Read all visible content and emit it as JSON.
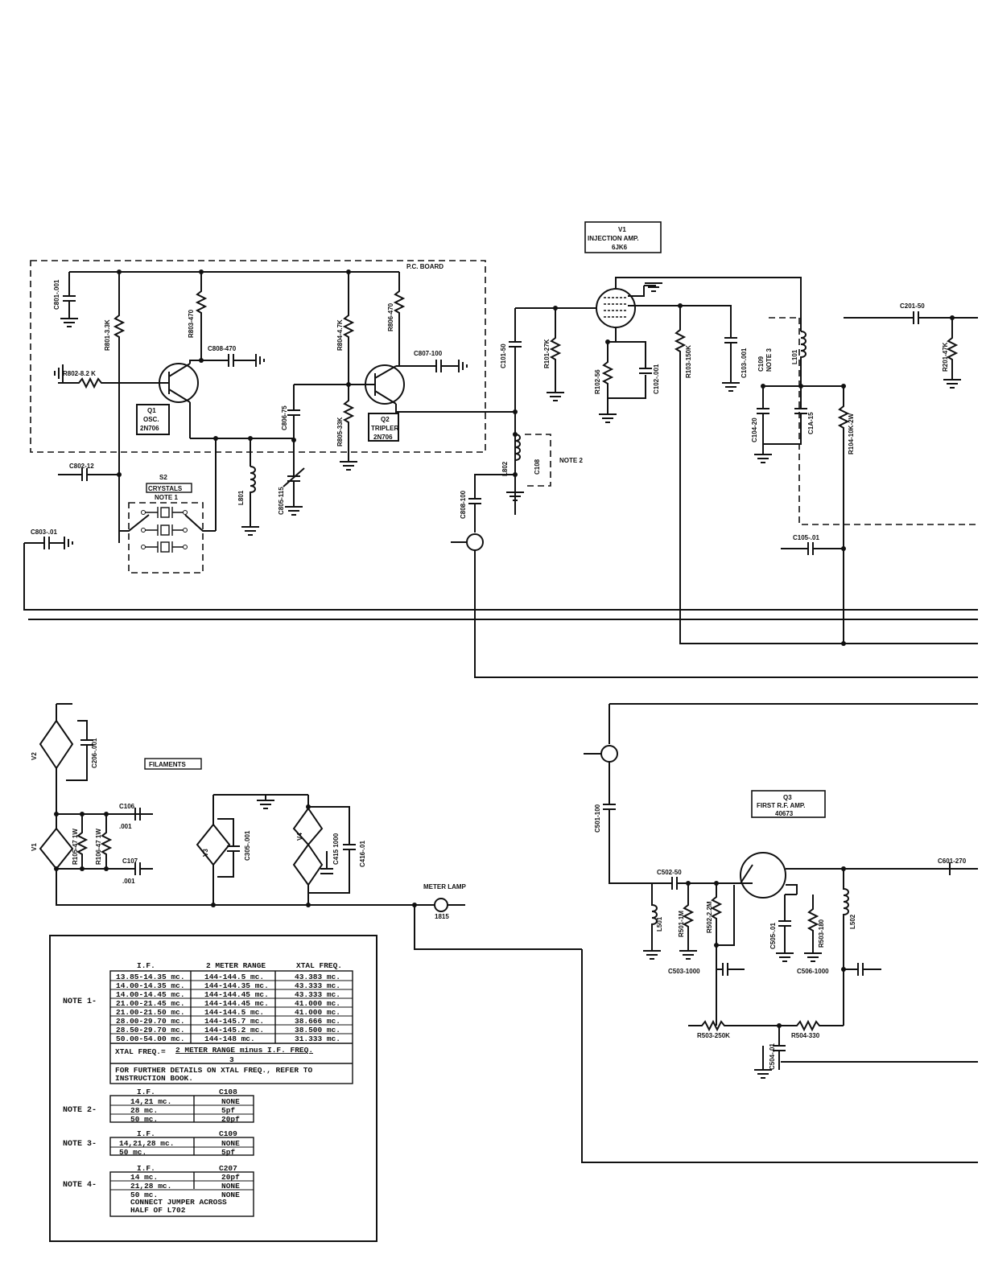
{
  "boxes": {
    "v1": {
      "line1": "V1",
      "line2": "INJECTION AMP.",
      "line3": "6JK6"
    },
    "q3": {
      "line1": "Q3",
      "line2": "FIRST R.F. AMP.",
      "line3": "40673"
    },
    "pc_board": "P.C. BOARD",
    "filaments": "FILAMENTS",
    "crystals": "S2",
    "crystals_label": "CRYSTALS",
    "note1": "NOTE 1",
    "q1": {
      "line1": "Q1",
      "line2": "OSC.",
      "line3": "2N706"
    },
    "q2": {
      "line1": "Q2",
      "line2": "TRIPLER",
      "line3": "2N706"
    },
    "meter_lamp": "METER LAMP",
    "lamp_num": "1815"
  },
  "labels": {
    "c801": "C801-.001",
    "r801": "R801-3.3K",
    "r802": "R802-8.2 K",
    "r803": "R803-470",
    "c808": "C808-470",
    "r804": "R804-4.7K",
    "r806": "R806-470",
    "c807": "C807-100",
    "c806": "C806-75",
    "r805": "R805-33K",
    "c802": "C802-12",
    "c803": "C803-.01",
    "l801": "L801",
    "c805": "C805-115",
    "c101": "C101-50",
    "r101": "R101-27K",
    "r102": "R102-56",
    "c102": "C102-.001",
    "r103": "R103-150K",
    "c103": "C103-.001",
    "c109": "C109",
    "note3": "NOTE 3",
    "l101": "L101",
    "c104": "C104-20",
    "c1a": "C1A-15",
    "r104": "R104-10K-2W",
    "c201": "C201-50",
    "r201": "R201-47K",
    "c105": "C105-.01",
    "l802": "L802",
    "c108": "C108",
    "note2": "NOTE 2",
    "c808b": "C808-100",
    "v2": "V2",
    "c206": "C206-.001",
    "v1f": "V1",
    "r105": "R105-47 1W",
    "r106": "R106-47 1W",
    "c106": "C106",
    "c106v": ".001",
    "c107": "C107",
    "c107v": ".001",
    "v3": "V3",
    "c305": "C305-.001",
    "v4": "V4",
    "c415": "C415 1000",
    "c416": "C416-.01",
    "c501": "C501-100",
    "c502": "C502-50",
    "l501": "L501",
    "r501": "R501-1M",
    "r502": "R502-2.2M",
    "c505": "C505-.01",
    "r503": "R503-180",
    "l502": "L502",
    "c601": "C601-270",
    "c503": "C503-1000",
    "c506": "C506-1000",
    "r503b": "R503-250K",
    "r504": "R504-330",
    "c504": "C504-.01"
  },
  "notes": {
    "note1_label": "NOTE 1-",
    "note1_head": [
      "I.F.",
      "2 METER RANGE",
      "XTAL FREQ."
    ],
    "note1_rows": [
      [
        "13.85-14.35 mc.",
        "144-144.5 mc.",
        "43.383 mc."
      ],
      [
        "14.00-14.35 mc.",
        "144-144.35 mc.",
        "43.333 mc."
      ],
      [
        "14.00-14.45 mc.",
        "144-144.45 mc.",
        "43.333 mc."
      ],
      [
        "21.00-21.45 mc.",
        "144-144.45 mc.",
        "41.000 mc."
      ],
      [
        "21.00-21.50 mc.",
        "144-144.5 mc.",
        "41.000 mc."
      ],
      [
        "28.00-29.70 mc.",
        "144-145.7 mc.",
        "38.666 mc."
      ],
      [
        "28.50-29.70 mc.",
        "144-145.2 mc.",
        "38.500 mc."
      ],
      [
        "50.00-54.00 mc.",
        "144-148 mc.",
        "31.333 mc."
      ]
    ],
    "formula_a": "XTAL FREQ.=",
    "formula_b": "2 METER RANGE minus I.F. FREQ.",
    "formula_c": "3",
    "further_1": "FOR FURTHER DETAILS ON XTAL FREQ., REFER TO",
    "further_2": "INSTRUCTION BOOK.",
    "note2_label": "NOTE 2-",
    "note2_head": [
      "I.F.",
      "C108"
    ],
    "note2_rows": [
      [
        "14,21 mc.",
        "NONE"
      ],
      [
        "28 mc.",
        "5pf"
      ],
      [
        "50 mc.",
        "20pf"
      ]
    ],
    "note3_label": "NOTE 3-",
    "note3_head": [
      "I.F.",
      "C109"
    ],
    "note3_rows": [
      [
        "14,21,28 mc.",
        "NONE"
      ],
      [
        "50 mc.",
        "5pf"
      ]
    ],
    "note4_label": "NOTE 4-",
    "note4_head": [
      "I.F.",
      "C207"
    ],
    "note4_rows": [
      [
        "14 mc.",
        "20pf"
      ],
      [
        "21,28 mc.",
        "NONE"
      ],
      [
        "50 mc.",
        "NONE"
      ]
    ],
    "note4_extra1": "CONNECT JUMPER ACROSS",
    "note4_extra2": "HALF OF L702"
  }
}
